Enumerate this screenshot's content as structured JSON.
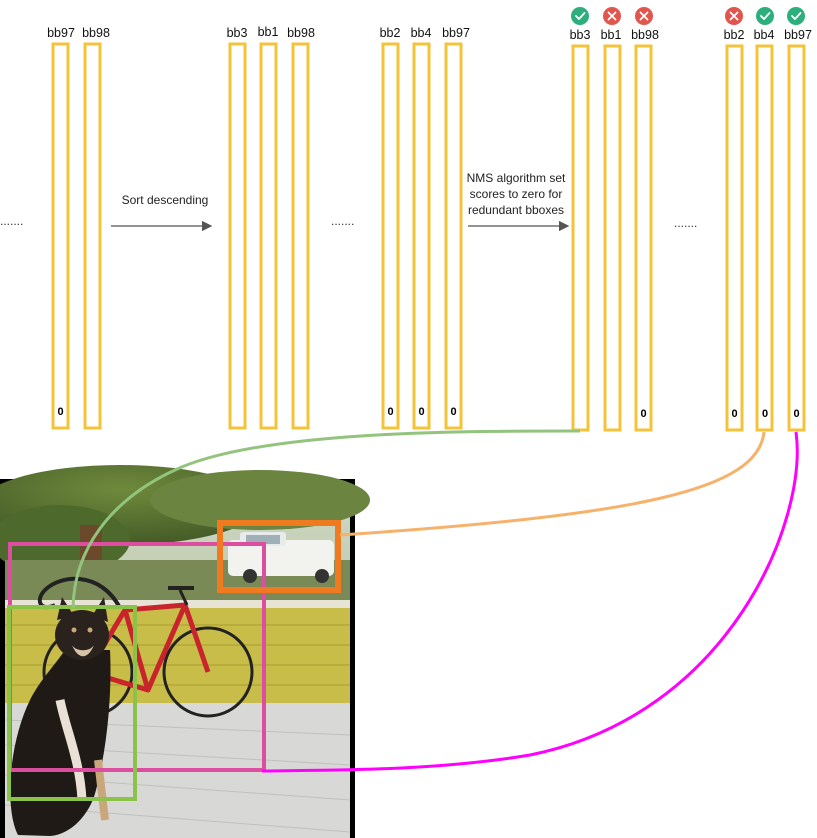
{
  "groups": [
    {
      "labels": [
        "bb97",
        "bb98"
      ],
      "zeros": [
        "0",
        ""
      ]
    },
    {
      "labels": [
        "bb3",
        "bb1",
        "bb98"
      ],
      "zeros": [
        "",
        "",
        ""
      ]
    },
    {
      "labels": [
        "bb2",
        "bb4",
        "bb97"
      ],
      "zeros": [
        "0",
        "0",
        "0"
      ]
    },
    {
      "labels": [
        "bb3",
        "bb1",
        "bb98"
      ],
      "zeros": [
        "",
        "",
        "0"
      ],
      "status": [
        "check",
        "cross",
        "cross"
      ]
    },
    {
      "labels": [
        "bb2",
        "bb4",
        "bb97"
      ],
      "zeros": [
        "0",
        "0",
        "0"
      ],
      "status": [
        "cross",
        "check",
        "check"
      ]
    }
  ],
  "ellipsis": ".......",
  "steps": {
    "sort_label": "Sort descending",
    "nms_lines": [
      "NMS algorithm set",
      "scores to zero for",
      "redundant bboxes"
    ]
  },
  "icons": {
    "check": "check-circle-icon",
    "cross": "cross-circle-icon"
  },
  "colors": {
    "bar": "#f3c33a",
    "check": "#2dae7d",
    "cross": "#e0564e",
    "green_box": "#8bc34a",
    "orange_box": "#f07a1f",
    "pink_box": "#dc4fa0",
    "green_curve": "#93c47d",
    "orange_curve": "#f6b26b",
    "magenta_curve": "#ff00ff"
  }
}
